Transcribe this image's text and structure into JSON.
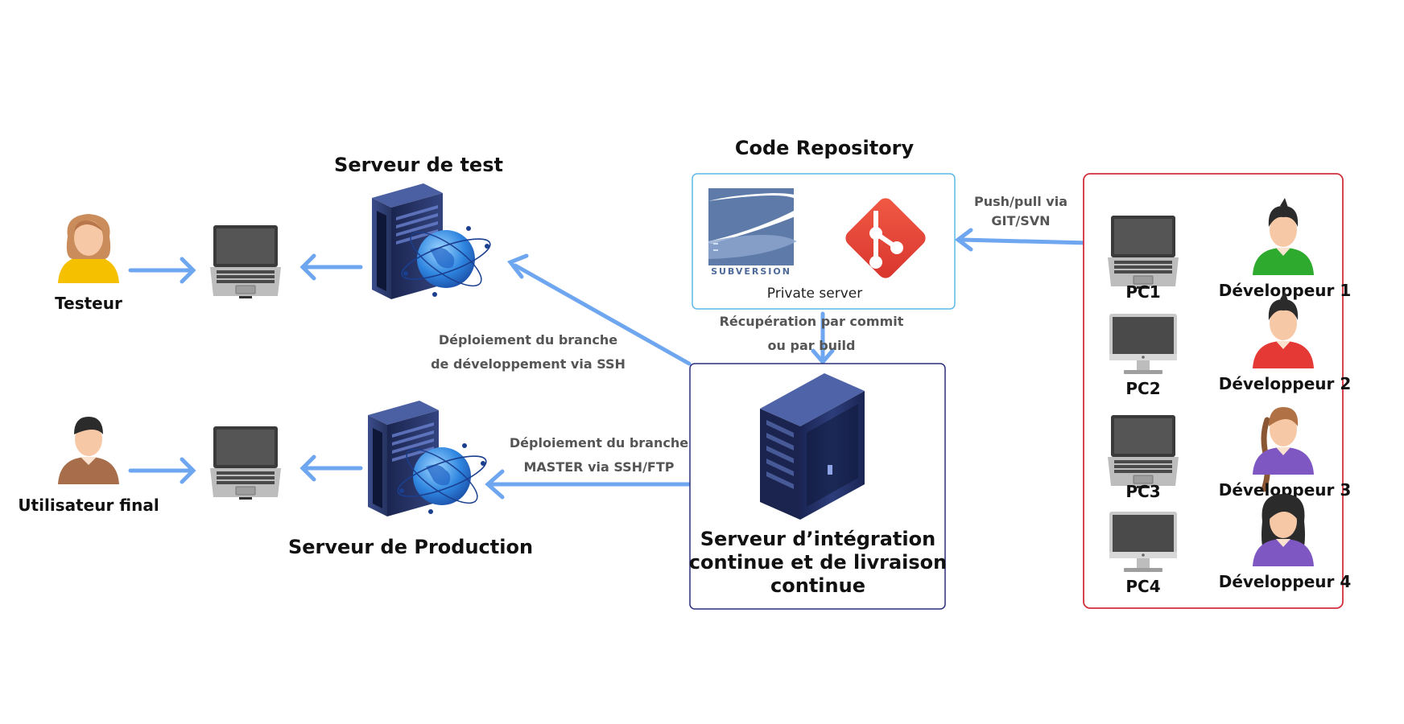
{
  "testing_server": {
    "title": "Serveur de test"
  },
  "production_server": {
    "title": "Serveur de Production"
  },
  "tester": {
    "label": "Testeur"
  },
  "end_user": {
    "label": "Utilisateur final"
  },
  "repository": {
    "title": "Code Repository",
    "subversion_wordmark": "SUBVERSION",
    "caption": "Private server"
  },
  "ci_server": {
    "line1": "Serveur d’intégration",
    "line2": "continue  et de livraison",
    "line3": "continue"
  },
  "connections": {
    "dev_deploy": {
      "line1": "Déploiement du branche",
      "line2": "de développement via SSH"
    },
    "master_deploy": {
      "line1": "Déploiement du branche",
      "line2": "MASTER via SSH/FTP"
    },
    "fetch": {
      "line1": "Récupération par commit",
      "line2": "ou par build"
    },
    "push_pull": {
      "line1": "Push/pull via",
      "line2": "GIT/SVN"
    }
  },
  "developers": [
    {
      "pc": "PC1",
      "name": "Développeur 1",
      "device": "laptop",
      "shirt_color": "#2eaa2e",
      "hair": "short"
    },
    {
      "pc": "PC2",
      "name": "Développeur 2",
      "device": "monitor",
      "shirt_color": "#e53935",
      "hair": "short"
    },
    {
      "pc": "PC3",
      "name": "Développeur 3",
      "device": "laptop",
      "shirt_color": "#7e57c2",
      "hair": "braid"
    },
    {
      "pc": "PC4",
      "name": "Développeur 4",
      "device": "monitor",
      "shirt_color": "#7e57c2",
      "hair": "long"
    }
  ],
  "colors": {
    "arrow": "#6fa6f0",
    "repo_border": "#5bb8e6",
    "ci_border": "#2b2e7a",
    "dev_border": "#d32f3c",
    "git_red": "#e8473a",
    "server_navy": "#22305e"
  },
  "icons": {
    "server": "server-globe-icon",
    "person": "person-icon",
    "laptop": "laptop-icon",
    "monitor": "monitor-icon",
    "git": "git-logo-icon",
    "svn": "subversion-logo-icon"
  }
}
